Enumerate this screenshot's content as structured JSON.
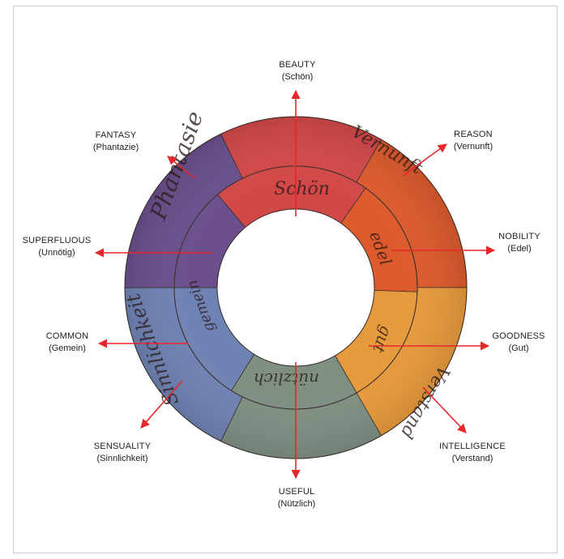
{
  "labels": {
    "beauty": {
      "en": "BEAUTY",
      "de": "(Schön)"
    },
    "reason": {
      "en": "REASON",
      "de": "(Vernunft)"
    },
    "nobility": {
      "en": "NOBILITY",
      "de": "(Edel)"
    },
    "goodness": {
      "en": "GOODNESS",
      "de": "(Gut)"
    },
    "intelligence": {
      "en": "INTELLIGENCE",
      "de": "(Verstand)"
    },
    "useful": {
      "en": "USEFUL",
      "de": "(Nützlich)"
    },
    "sensuality": {
      "en": "SENSUALITY",
      "de": "(Sinnlichkeit)"
    },
    "common": {
      "en": "COMMON",
      "de": "(Gemein)"
    },
    "superfluous": {
      "en": "SUPERFLUOUS",
      "de": "(Unnötig)"
    },
    "fantasy": {
      "en": "FANTASY",
      "de": "(Phantazie)"
    }
  },
  "colors": {
    "arrow": "#e8262a",
    "red": "#d24848",
    "orange_red": "#dc5a2c",
    "orange": "#e79a3c",
    "green": "#7f8f82",
    "blue": "#6f82b4",
    "violet": "#6a4f8c"
  }
}
